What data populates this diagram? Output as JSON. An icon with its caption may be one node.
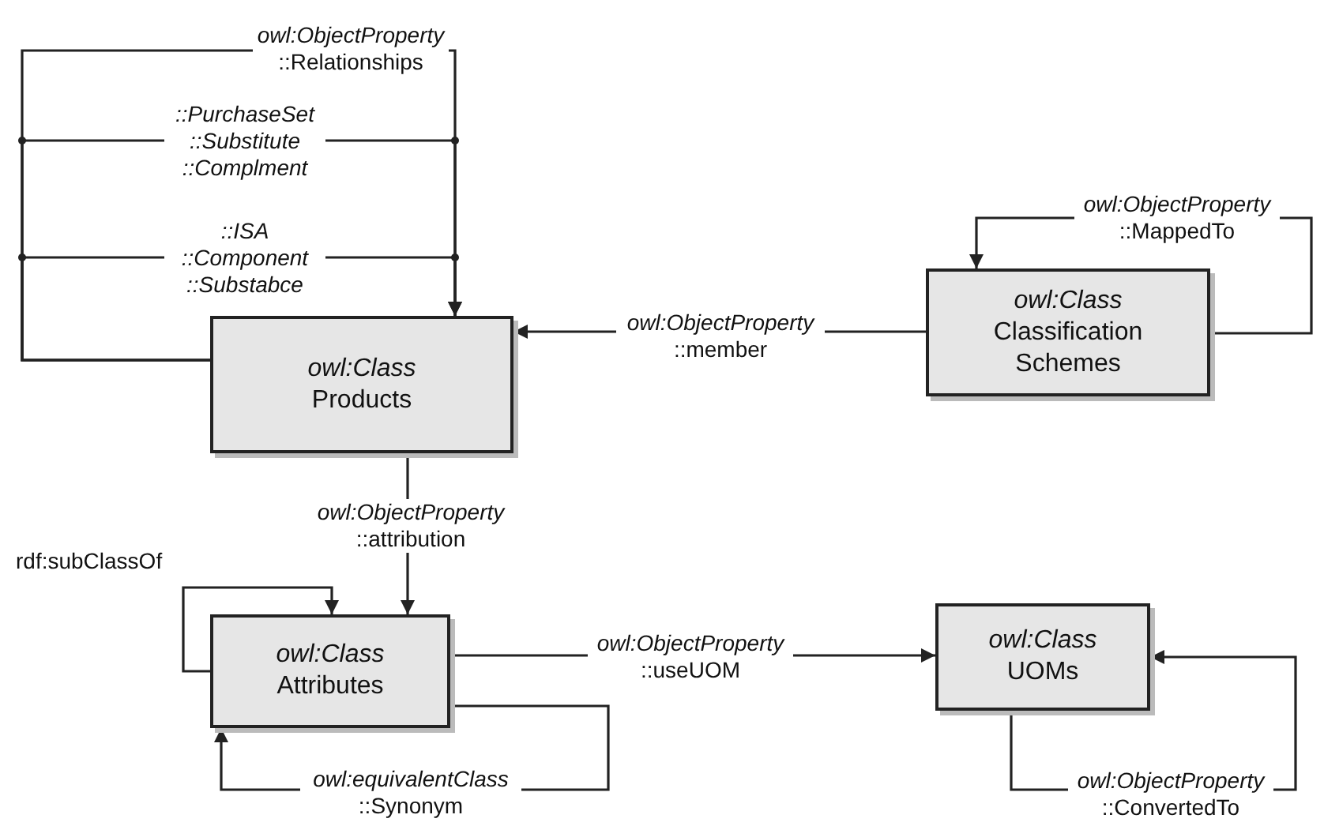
{
  "diagram": {
    "nodes": [
      {
        "text": [
          "owl:Class",
          "Products"
        ]
      },
      {
        "text": [
          "owl:Class",
          "Classification Schemes"
        ]
      },
      {
        "text": [
          "owl:Class",
          "Attributes"
        ]
      },
      {
        "text": [
          "owl:Class",
          "UOMs"
        ]
      }
    ],
    "edges": [
      {
        "from": 0,
        "to": 0,
        "arrow": "to",
        "label": "*owl:ObjectProperty* ::Relationships"
      },
      {
        "from": 0,
        "to": 0,
        "arrow": "to",
        "label": "::PurchaseSet ::Substitute ::Complment"
      },
      {
        "from": 0,
        "to": 0,
        "arrow": "to",
        "label": "::ISA ::Component ::Substabce"
      },
      {
        "from": 1,
        "to": 0,
        "arrow": "to",
        "label": "*owl:ObjectProperty* ::member"
      },
      {
        "from": 1,
        "to": 1,
        "arrow": "to",
        "label": "*owl:ObjectProperty* ::MappedTo"
      },
      {
        "from": 0,
        "to": 2,
        "arrow": "to",
        "label": "*owl:ObjectProperty* ::attribution"
      },
      {
        "from": 2,
        "to": 2,
        "arrow": "to",
        "label": "rdf:subClassOf"
      },
      {
        "from": 2,
        "to": 2,
        "arrow": "to",
        "label": "*owl:equivalentClass* ::Synonym"
      },
      {
        "from": 2,
        "to": 3,
        "arrow": "to",
        "label": "*owl:ObjectProperty* ::useUOM"
      },
      {
        "from": 3,
        "to": 3,
        "arrow": "to",
        "label": "*owl:ObjectProperty* ::ConvertedTo"
      }
    ]
  }
}
